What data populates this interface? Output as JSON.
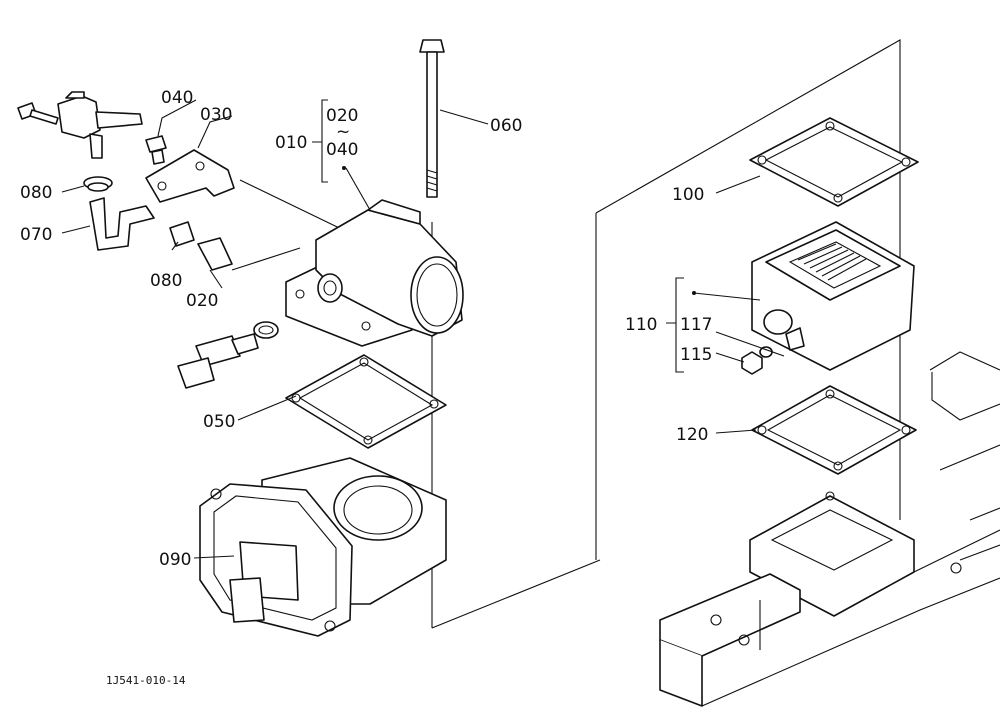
{
  "figure_id": "1J541-010-14",
  "group_bracket": {
    "start": "020",
    "tilde": "~",
    "end": "040"
  },
  "callouts": {
    "p010": "010",
    "p020": "020",
    "p030": "030",
    "p040": "040",
    "p050": "050",
    "p060": "060",
    "p070": "070",
    "p080a": "080",
    "p080b": "080",
    "p090": "090",
    "p100": "100",
    "p110": "110",
    "p115": "115",
    "p117": "117",
    "p120": "120"
  }
}
